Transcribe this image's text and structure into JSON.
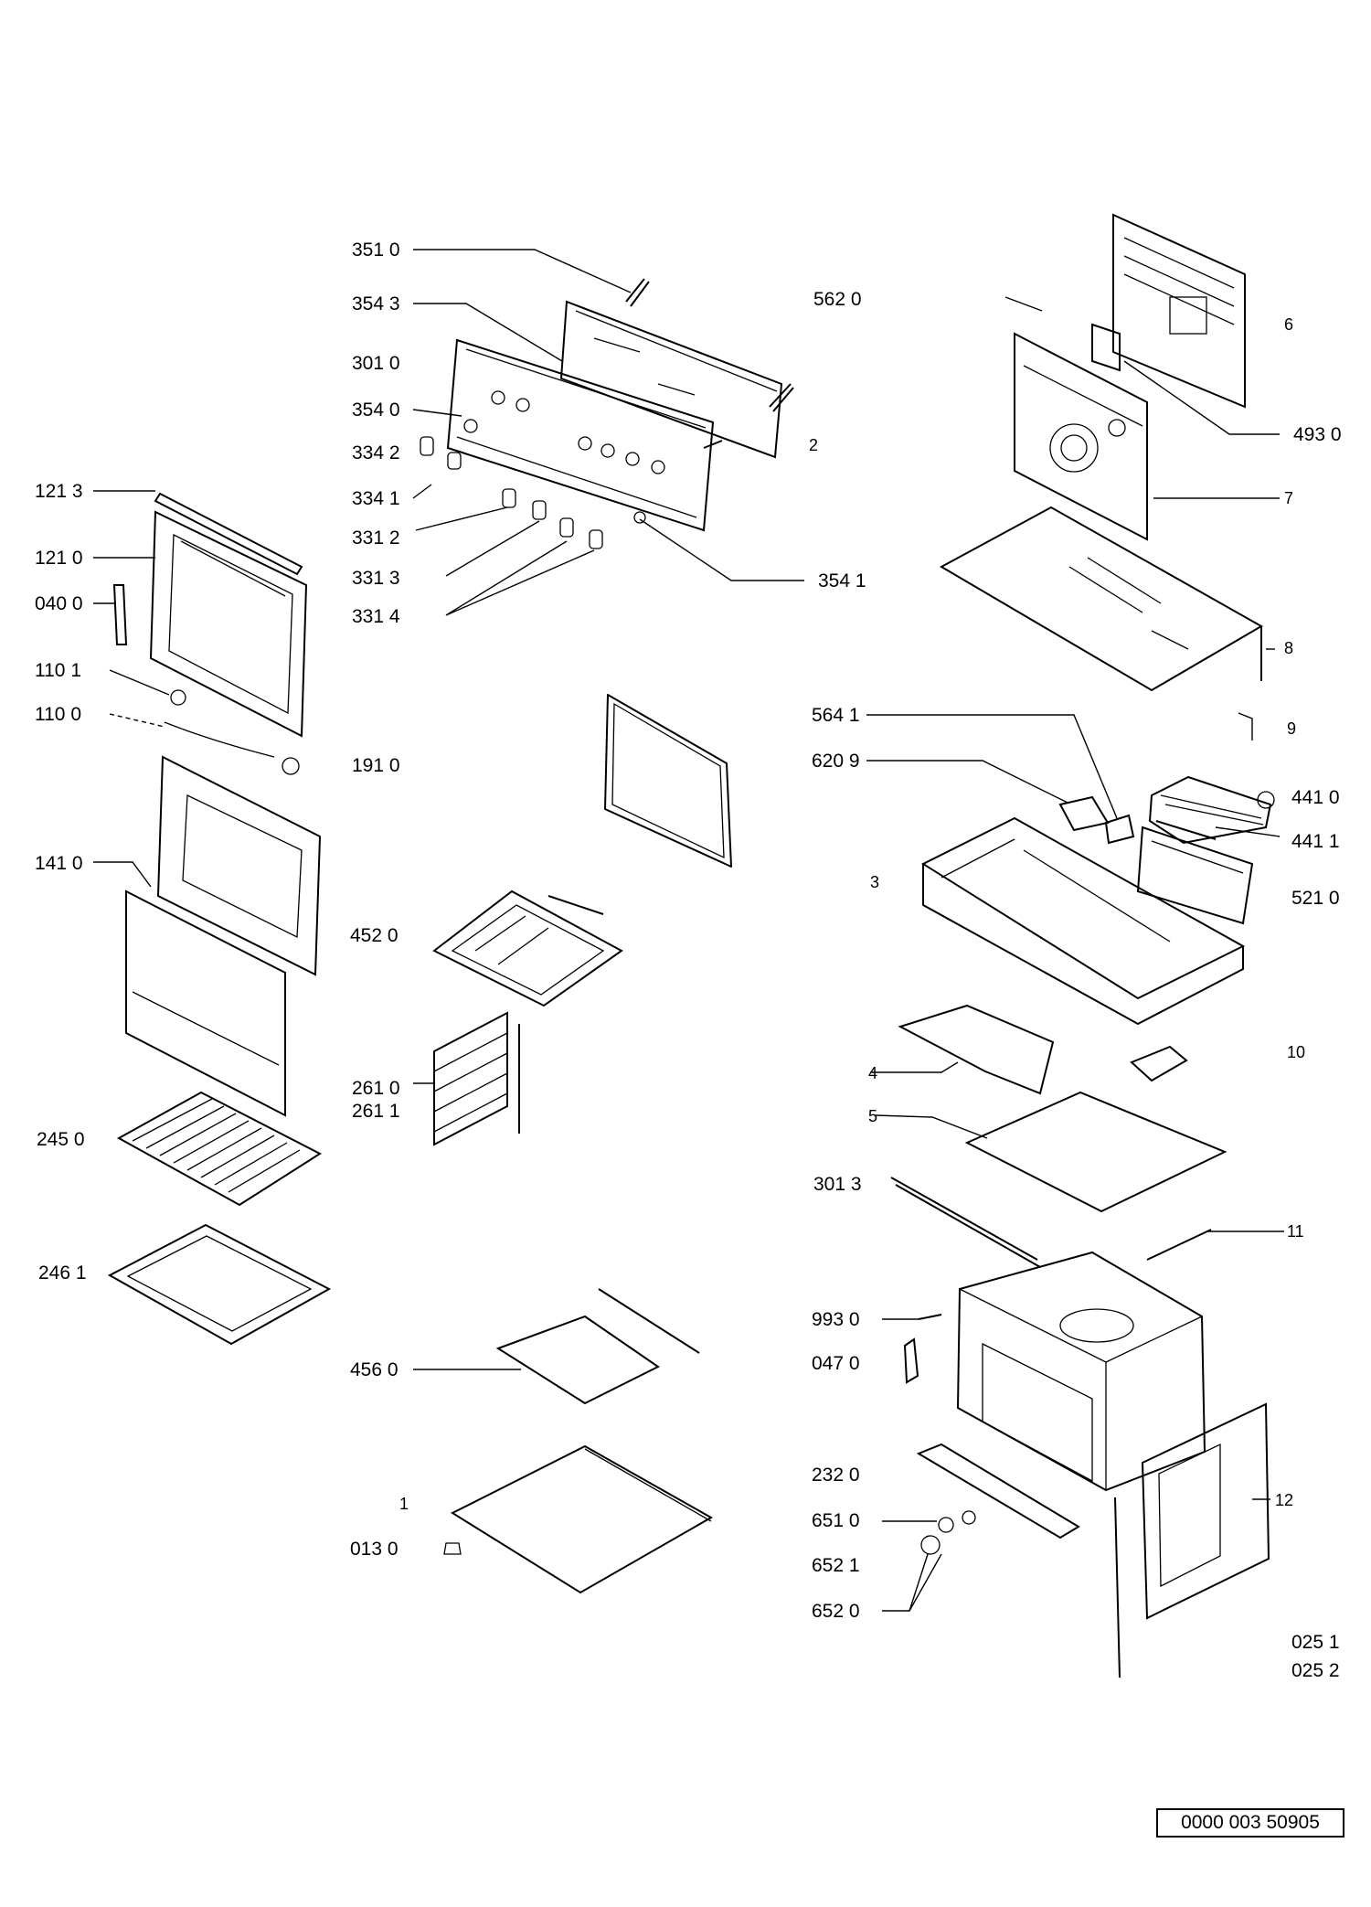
{
  "document_number": "0000 003 50905",
  "labels": {
    "l3510": "351 0",
    "l3543": "354 3",
    "l3010": "301 0",
    "l3540": "354 0",
    "l3342": "334 2",
    "l3341": "334 1",
    "l3312": "331 2",
    "l3313": "331 3",
    "l3314": "331 4",
    "l3541": "354 1",
    "l5620": "562 0",
    "l6": "6",
    "l4930": "493 0",
    "l2": "2",
    "l7": "7",
    "l8": "8",
    "l1213": "121 3",
    "l1210": "121 0",
    "l0400": "040 0",
    "l1101": "110 1",
    "l1100": "110 0",
    "l1910": "191 0",
    "l1410": "141 0",
    "l4520": "452 0",
    "l2610": "261 0",
    "l2611": "261 1",
    "l2450": "245 0",
    "l2461": "246 1",
    "l4560": "456 0",
    "l1": "1",
    "l0130": "013 0",
    "l5641": "564 1",
    "l6209": "620 9",
    "l9": "9",
    "l4410": "441 0",
    "l4411": "441 1",
    "l3": "3",
    "l5210": "521 0",
    "l10": "10",
    "l4": "4",
    "l5": "5",
    "l3013": "301 3",
    "l11": "11",
    "l9930": "993 0",
    "l0470": "047 0",
    "l2320": "232 0",
    "l6510": "651 0",
    "l6521": "652 1",
    "l6520": "652 0",
    "l12": "12",
    "l0251": "025 1",
    "l0252": "025 2"
  }
}
